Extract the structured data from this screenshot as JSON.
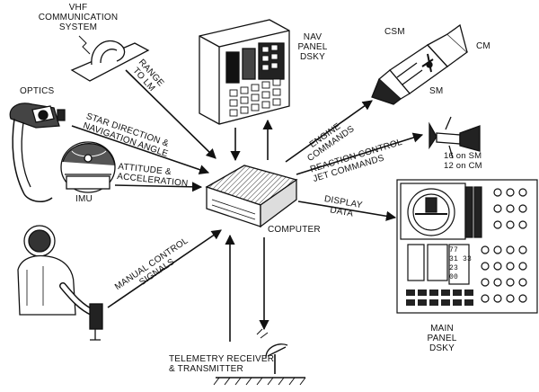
{
  "labels": {
    "vhf": [
      "VHF",
      "COMMUNICATION",
      "SYSTEM"
    ],
    "range": [
      "RANGE",
      "TO LM"
    ],
    "nav_panel": [
      "NAV",
      "PANEL",
      "DSKY"
    ],
    "csm": "CSM",
    "cm": "CM",
    "sm": "SM",
    "optics": "OPTICS",
    "star": [
      "STAR DIRECTION &",
      "NAVIGATION ANGLE"
    ],
    "attitude": [
      "ATTITUDE &",
      "ACCELERATION"
    ],
    "engine": [
      "ENGINE",
      "COMMANDS"
    ],
    "reaction": [
      "REACTION CONTROL",
      "JET COMMANDS"
    ],
    "rcs_count": [
      "16 on SM",
      "12 on CM"
    ],
    "imu": "IMU",
    "display": [
      "DISPLAY",
      "DATA"
    ],
    "computer": "COMPUTER",
    "manual": [
      "MANUAL CONTROL",
      "SIGNALS"
    ],
    "main_panel": [
      "MAIN",
      "PANEL",
      "DSKY"
    ],
    "telemetry": [
      "TELEMETRY RECEIVER",
      "& TRANSMITTER"
    ]
  },
  "dsky_readout": [
    "77",
    "31 33",
    "23",
    "00"
  ]
}
